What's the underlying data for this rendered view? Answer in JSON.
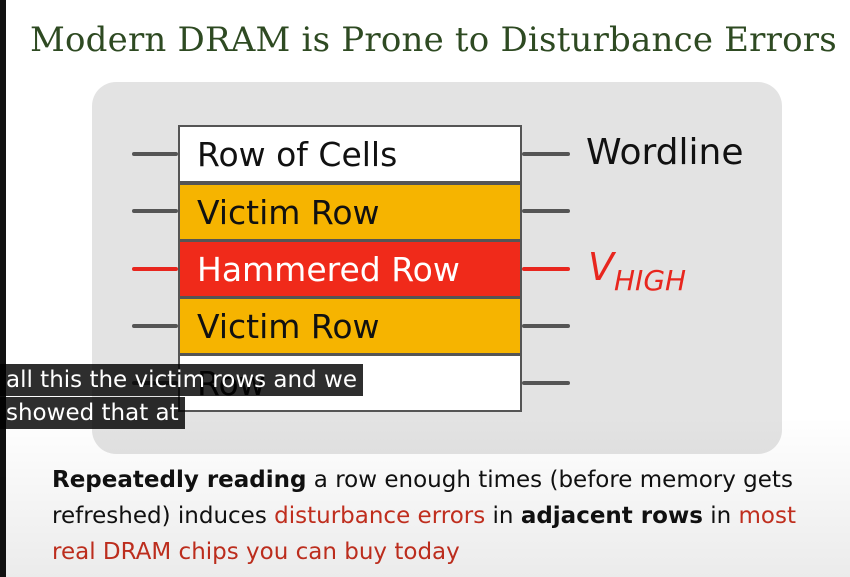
{
  "title": "Modern DRAM is Prone to Disturbance Errors",
  "rows": [
    {
      "label": "Row of Cells",
      "color": "#ffffff"
    },
    {
      "label": "Victim Row",
      "color": "#f6b400"
    },
    {
      "label": "Hammered Row",
      "color": "#f02a1a"
    },
    {
      "label": "Victim Row",
      "color": "#f6b400"
    },
    {
      "label": "Row",
      "color": "#ffffff"
    }
  ],
  "wordline_label": "Wordline",
  "vhigh": {
    "base": "V",
    "sub": "HIGH"
  },
  "description": {
    "p1": "Repeatedly reading",
    "p2": " a row enough times (before memory gets refreshed) induces ",
    "p3": "disturbance errors",
    "p4": " in ",
    "p5": "adjacent rows",
    "p6": " in ",
    "p7": "most real DRAM chips you can buy today"
  },
  "captions": [
    "all this the victim rows and we",
    "showed that at"
  ],
  "colors": {
    "title": "#2e4a22",
    "accent_red": "#e8261e",
    "victim": "#f6b400",
    "panel": "#e3e3e3"
  }
}
